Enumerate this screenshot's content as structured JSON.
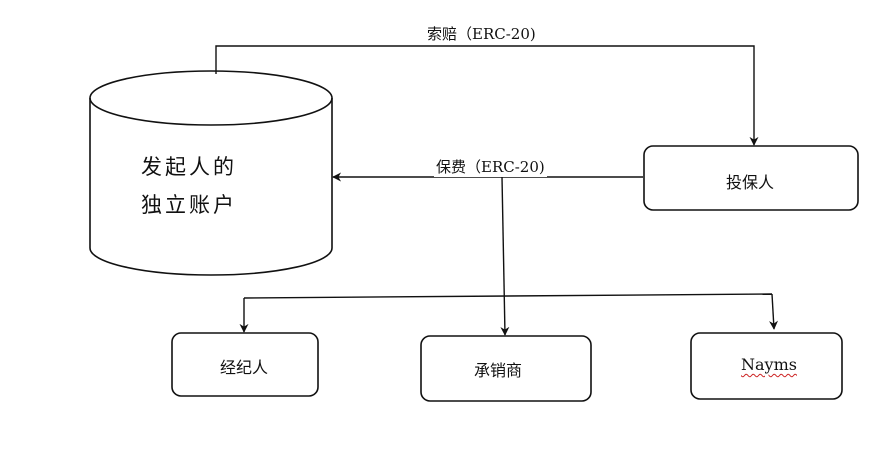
{
  "nodes": {
    "account": {
      "line1": "发起人的",
      "line2": "独立账户"
    },
    "policyholder": {
      "label": "投保人"
    },
    "broker": {
      "label": "经纪人"
    },
    "underwriter": {
      "label": "承销商"
    },
    "nayms": {
      "label": "Nayms"
    }
  },
  "edges": {
    "claim": {
      "label": "索赔（ERC-20)"
    },
    "premium": {
      "label": "保费（ERC-20)"
    }
  },
  "colors": {
    "stroke": "#111111",
    "background": "#ffffff",
    "spellcheck_underline": "#cc2222"
  }
}
